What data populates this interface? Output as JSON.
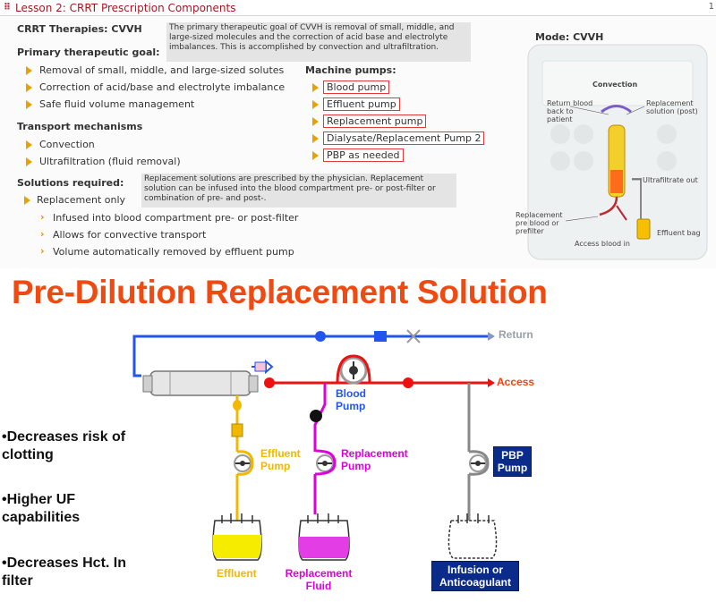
{
  "header": {
    "title": "Lesson 2: CRRT Prescription Components",
    "page_num": "1"
  },
  "therapies": {
    "heading": "CRRT Therapies: CVVH",
    "note": "The primary therapeutic goal of CVVH is removal of small, middle, and large-sized molecules and the correction of acid base and electrolyte imbalances. This is accomplished by convection and ultrafiltration."
  },
  "goal": {
    "heading": "Primary therapeutic goal:",
    "items": [
      "Removal of small, middle, and large-sized solutes",
      "Correction of acid/base and electrolyte imbalance",
      "Safe fluid volume management"
    ]
  },
  "transport": {
    "heading": "Transport mechanisms",
    "items": [
      "Convection",
      "Ultrafiltration (fluid removal)"
    ]
  },
  "solutions": {
    "heading": "Solutions required:",
    "note": "Replacement solutions are prescribed by the physician. Replacement solution can be infused into the blood compartment pre- or post-filter or combination of pre- and post-.",
    "item": "Replacement only",
    "subitems": [
      "Infused into blood compartment pre- or post-filter",
      "Allows for convective transport",
      "Volume automatically removed by effluent pump"
    ]
  },
  "pumps": {
    "heading": "Machine pumps:",
    "items": [
      "Blood pump",
      "Effluent pump",
      "Replacement pump",
      "Dialysate/Replacement Pump 2",
      "PBP as needed"
    ]
  },
  "device": {
    "mode": "Mode: CVVH",
    "convection": "Convection",
    "return": "Return blood back to patient",
    "replacement_post": "Replacement solution (post)",
    "ultrafiltrate": "Ultrafiltrate out",
    "replacement_pre": "Replacement pre blood or prefilter",
    "access": "Access blood in",
    "effluent_bag": "Effluent bag"
  },
  "slide": {
    "title": "Pre-Dilution Replacement Solution",
    "benefits": [
      "•Decreases risk of clotting",
      "•Higher UF capabilities",
      "•Decreases Hct. In filter"
    ],
    "labels": {
      "return": "Return",
      "access": "Access",
      "blood_pump": "Blood Pump",
      "effluent_pump": "Effluent Pump",
      "replacement_pump": "Replacement Pump",
      "pbp_pump": "PBP Pump",
      "effluent": "Effluent",
      "replacement_fluid": "Replacement Fluid",
      "infusion": "Infusion or Anticoagulant"
    },
    "colors": {
      "blood_return": "#2255ee",
      "blood_access": "#ee1111",
      "effluent": "#f2b800",
      "replacement": "#dd00dd",
      "pbp": "#888888",
      "title": "#ee4a12"
    }
  }
}
